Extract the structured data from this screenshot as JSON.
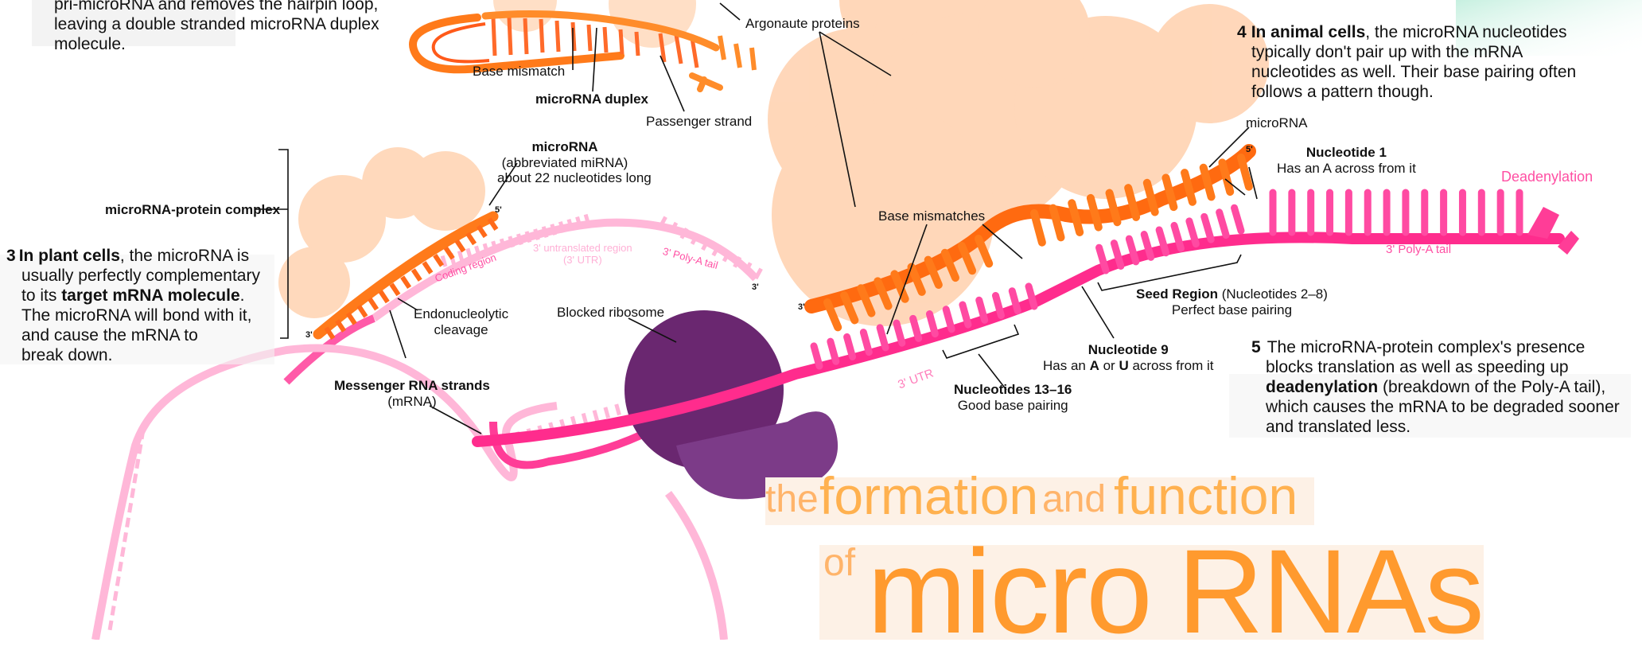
{
  "step_top": {
    "line1": "pri-microRNA and removes the hairpin loop,",
    "line2": "leaving a double stranded microRNA duplex",
    "line3": "molecule."
  },
  "labels": {
    "argonaute": "Argonaute proteins",
    "base_mismatch": "Base mismatch",
    "microrna_duplex": "microRNA duplex",
    "passenger_strand": "Passenger strand",
    "mirna_protein_complex": "microRNA-protein complex",
    "microrna_title": "microRNA",
    "microrna_abbrev": "(abbreviated miRNA)",
    "microrna_length": "about 22 nucleotides long",
    "coding_region": "Coding region",
    "utr_3": "3' untranslated region",
    "utr_3_short": "(3' UTR)",
    "polya_tail_small": "3' Poly-A tail",
    "endonucleolytic": "Endonucleolytic",
    "cleavage": "cleavage",
    "blocked_ribosome": "Blocked ribosome",
    "messenger_rna": "Messenger RNA strands",
    "messenger_rna_abbrev": "(mRNA)",
    "base_mismatches": "Base mismatches",
    "microrna_right": "microRNA",
    "nucleotide1": "Nucleotide 1",
    "nucleotide1_detail": "Has an A across from it",
    "deadenylation": "Deadenylation",
    "polya_tail": "3' Poly-A tail",
    "seed_region_bold": "Seed Region",
    "seed_region_rest": " (Nucleotides 2–8)",
    "seed_region_detail": "Perfect base pairing",
    "nucleotide9": "Nucleotide 9",
    "nucleotide9_detail_a": "Has an ",
    "nucleotide9_detail_b": "A",
    "nucleotide9_detail_c": " or ",
    "nucleotide9_detail_d": "U",
    "nucleotide9_detail_e": " across from it",
    "nucleotides_13_16": "Nucleotides 13–16",
    "nucleotides_13_16_detail": "Good base pairing",
    "utr_3_right": "3' UTR",
    "end_5": "5'",
    "end_3": "3'",
    "letter_a": "A",
    "letter_u": "U"
  },
  "step3": {
    "num": "3",
    "bold": "In plant cells",
    "l1": ", the microRNA is",
    "l2": "usually perfectly complementary",
    "l3a": "to its ",
    "l3b": "target mRNA molecule",
    "l3c": ".",
    "l4": "The microRNA will bond with it,",
    "l5": "and cause the mRNA to",
    "l6": "break down."
  },
  "step4": {
    "num": "4",
    "bold": "In animal cells",
    "l1": ", the microRNA nucleotides",
    "l2": "typically don't pair up with the mRNA",
    "l3": "nucleotides as well. Their base pairing often",
    "l4": "follows a pattern though."
  },
  "step5": {
    "num": "5",
    "l1": "The microRNA-protein complex's presence",
    "l2": "blocks translation as well as speeding up",
    "l3a": "deadenylation",
    "l3b": " (breakdown of the Poly-A tail),",
    "l4": "which causes the mRNA to be degraded sooner",
    "l5": "and translated less."
  },
  "title": {
    "the": "the",
    "formation": "formation",
    "and": "and",
    "function": "function",
    "of": "of",
    "micro": "micro",
    "rnas": "RNAs"
  },
  "colors": {
    "orange": "#ff7a1a",
    "pink": "#ff2f8f",
    "light_pink": "#ffc3df",
    "peach": "#ffc9a0",
    "purple": "#6b2a6e",
    "title_orange": "#ff9a2e"
  }
}
